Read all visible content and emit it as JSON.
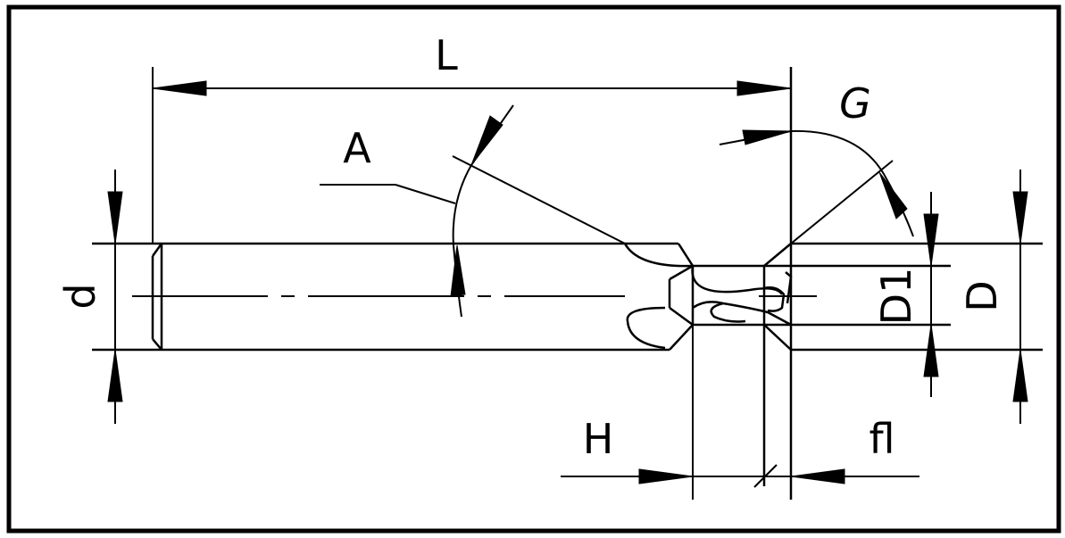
{
  "drawing": {
    "labels": {
      "L": "L",
      "A": "A",
      "G": "G",
      "d": "d",
      "D1": "D1",
      "D": "D",
      "H": "H",
      "fl": "fl"
    }
  },
  "colors": {
    "line": "#000000",
    "background": "#ffffff"
  }
}
